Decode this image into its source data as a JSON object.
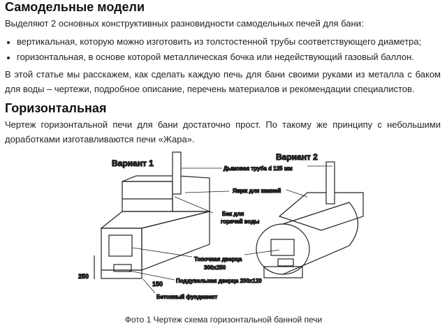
{
  "section1": {
    "heading": "Самодельные модели",
    "intro": "Выделяют 2 основных конструктивных разновидности самодельных печей для бани:",
    "bullets": [
      "вертикальная, которую можно изготовить из толстостенной трубы соответствующего диаметра;",
      "горизонтальная, в основе которой металлическая бочка или недействующий газовый баллон."
    ],
    "paragraph": "В этой статье мы расскажем, как сделать каждую печь для бани своими руками из металла с баком для воды – чертежи, подробное описание, перечень материалов и рекомендации специалистов."
  },
  "section2": {
    "heading": "Горизонтальная",
    "paragraph": "Чертеж горизонтальной печи для бани достаточно прост. По такому же принципу с небольшими доработками изготавливаются печи «Жара»."
  },
  "figure": {
    "variant1": "Вариант 1",
    "variant2": "Вариант 2",
    "labels": {
      "chimney": "Дымовая труба d 125 мм",
      "stone_box": "Ящик для камней",
      "tank_1": "Бак для",
      "tank_2": "горячей воды",
      "fire_door_1": "Топочная дверца",
      "fire_door_2": "300x250",
      "ash_door": "Поддувальная дверца 200x120",
      "dim_250": "250",
      "dim_150": "150",
      "foundation": "Бетонный фундамент"
    },
    "caption": "Фото 1 Чертеж схема горизонтальной банной печи"
  }
}
